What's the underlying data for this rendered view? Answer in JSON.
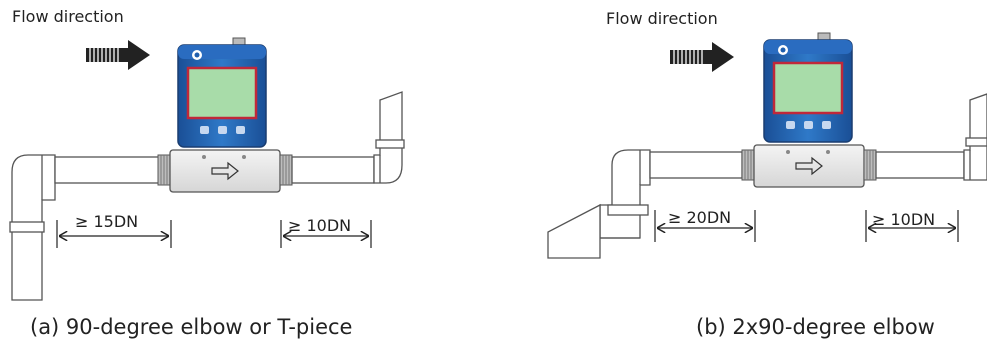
{
  "panel_a": {
    "flow_label": "Flow direction",
    "upstream_label": "≥ 15DN",
    "downstream_label": "≥ 10DN",
    "caption": "(a) 90-degree elbow or T-piece"
  },
  "panel_b": {
    "flow_label": "Flow direction",
    "upstream_label": "≥ 20DN",
    "downstream_label": "≥ 10DN",
    "caption": "(b)  2x90-degree elbow"
  },
  "colors": {
    "meter_blue": "#1f5fae",
    "meter_screen": "#a8dca9",
    "meter_screen_frame": "#c0283a",
    "pipe_stroke": "#555555",
    "pipe_fill": "#ffffff",
    "body_fill": "#e6e6e6",
    "arrow_dark": "#222222"
  },
  "icons": {
    "flow_arrow": "hatched-right-arrow-icon",
    "body_arrow": "outline-right-arrow-icon"
  }
}
